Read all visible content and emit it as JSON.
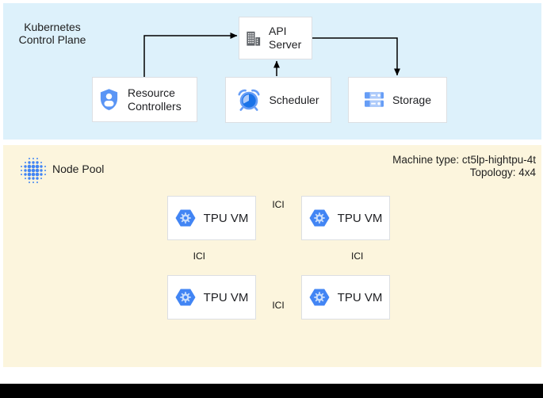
{
  "control_plane": {
    "title": "Kubernetes Control Plane",
    "nodes": {
      "api_server": {
        "label": "API Server",
        "icon": "building-icon"
      },
      "resource_controllers": {
        "label": "Resource Controllers",
        "icon": "shield-user-icon"
      },
      "scheduler": {
        "label": "Scheduler",
        "icon": "alarm-clock-icon"
      },
      "storage": {
        "label": "Storage",
        "icon": "storage-disks-icon"
      }
    },
    "arrows": [
      "resource-controllers-to-api-server",
      "scheduler-to-api-server",
      "api-server-to-storage"
    ]
  },
  "node_pool": {
    "title": "Node Pool",
    "icon": "node-pool-dots-icon",
    "machine_type": "Machine type: ct5lp-hightpu-4t",
    "topology": "Topology: 4x4",
    "interconnect_label": "ICI",
    "vms": [
      {
        "label": "TPU VM",
        "icon": "gke-hexagon-icon"
      },
      {
        "label": "TPU VM",
        "icon": "gke-hexagon-icon"
      },
      {
        "label": "TPU VM",
        "icon": "gke-hexagon-icon"
      },
      {
        "label": "TPU VM",
        "icon": "gke-hexagon-icon"
      }
    ]
  },
  "colors": {
    "control_plane_bg": "#ddf1fb",
    "node_pool_bg": "#fcf5dd",
    "box_bg": "#ffffff",
    "box_border": "#dcdfe3",
    "icon_blue": "#4285f4",
    "icon_blue_mid": "#669df6",
    "icon_blue_light": "#aecbfa",
    "icon_blue_dark": "#1a73e8",
    "icon_gray": "#5f6368",
    "arrow": "#000000",
    "text": "#202124",
    "bottom_bar": "#000000"
  }
}
